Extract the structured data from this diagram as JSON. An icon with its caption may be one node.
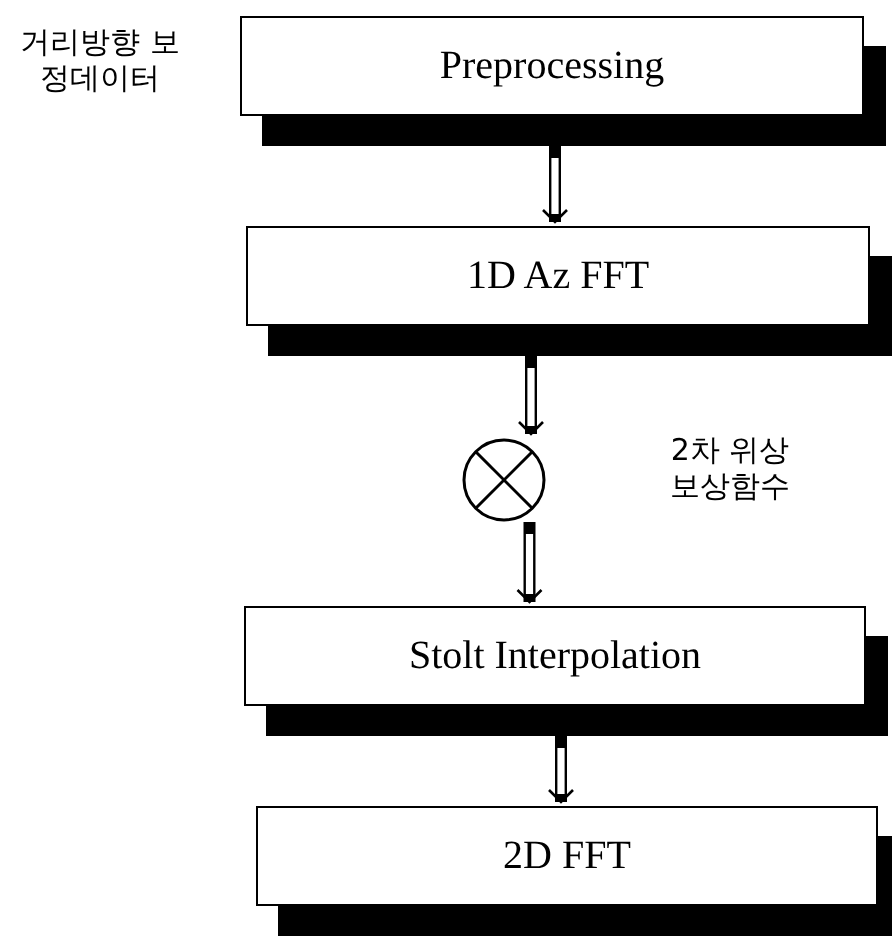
{
  "diagram": {
    "nodes": [
      {
        "text": [
          "Preprocessing"
        ],
        "beside": [
          "거리방향 보정데이터"
        ]
      },
      {
        "text": [
          "1D Az FFT"
        ]
      },
      {
        "text": [],
        "shape": "circle"
      },
      {
        "text": [
          "Stolt Interpolation"
        ]
      },
      {
        "text": [
          "2D FFT"
        ]
      }
    ],
    "edges": [
      {
        "from": 0,
        "to": 1,
        "arrow": "to"
      },
      {
        "from": 1,
        "to": 2,
        "arrow": "to"
      },
      {
        "from": 2,
        "to": 3,
        "arrow": "to"
      },
      {
        "from": 3,
        "to": 4,
        "arrow": "to"
      }
    ],
    "labels": [
      "2차 위상 보상함수"
    ]
  }
}
